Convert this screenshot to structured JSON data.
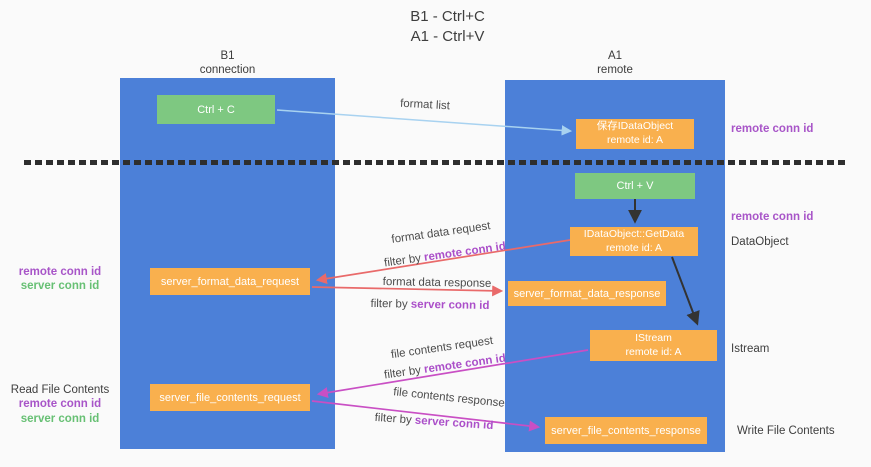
{
  "title": {
    "line1": "B1 - Ctrl+C",
    "line2": "A1 - Ctrl+V"
  },
  "columns": {
    "left": {
      "name": "B1",
      "role": "connection"
    },
    "right": {
      "name": "A1",
      "role": "remote"
    }
  },
  "nodes": {
    "ctrl_c": {
      "label": "Ctrl + C"
    },
    "ctrl_v": {
      "label": "Ctrl + V"
    },
    "save_dataobject": {
      "line1": "保存IDataObject",
      "line2": "remote id: A"
    },
    "getdata": {
      "line1": "IDataObject::GetData",
      "line2": "remote id: A"
    },
    "istream": {
      "line1": "IStream",
      "line2": "remote id: A"
    },
    "server_format_data_request": {
      "label": "server_format_data_request"
    },
    "server_format_data_response": {
      "label": "server_format_data_response"
    },
    "server_file_contents_request": {
      "label": "server_file_contents_request"
    },
    "server_file_contents_response": {
      "label": "server_file_contents_response"
    }
  },
  "arrows": {
    "format_list": {
      "label": "format list"
    },
    "format_data_request": {
      "label": "format data request",
      "filter_prefix": "filter by",
      "filter_key": "remote conn id"
    },
    "format_data_response": {
      "label": "format data response",
      "filter_prefix": "filter by",
      "filter_key": "server conn id"
    },
    "file_contents_request": {
      "label": "file contents request",
      "filter_prefix": "filter by",
      "filter_key": "remote conn id"
    },
    "file_contents_response": {
      "label": "file contents response",
      "filter_prefix": "filter by",
      "filter_key": "server conn id"
    }
  },
  "side_labels": {
    "left_mid": {
      "remote": "remote conn id",
      "server": "server conn id"
    },
    "left_bottom": {
      "title": "Read File Contents",
      "remote": "remote conn id",
      "server": "server conn id"
    },
    "right_top": {
      "remote": "remote conn id"
    },
    "right_mid": {
      "remote": "remote conn id",
      "dataobject": "DataObject"
    },
    "right_istream": {
      "label": "Istream"
    },
    "right_bottom": {
      "label": "Write File Contents"
    }
  },
  "colors": {
    "lifeline_blue": "#4c80d8",
    "node_orange": "#f9b04e",
    "node_green": "#7ec881",
    "arrow_red": "#e96a6a",
    "arrow_magenta": "#c94fc4",
    "arrow_lightblue": "#a8d2f0",
    "arrow_black": "#333333",
    "label_purple": "#a855c8",
    "label_green": "#67c074"
  }
}
